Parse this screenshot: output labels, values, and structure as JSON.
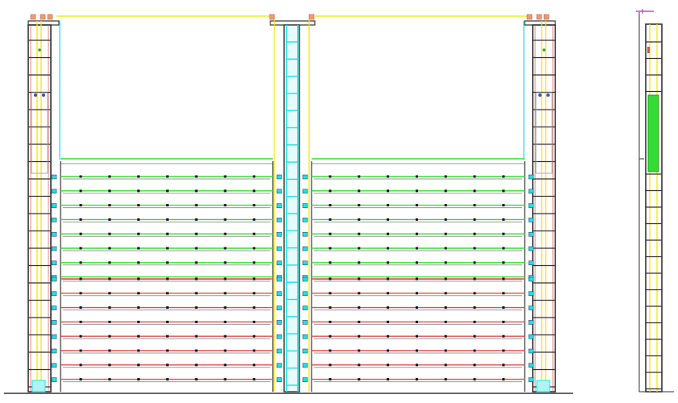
{
  "drawing": {
    "upper_beam_rows": 7,
    "lower_beam_rows": 8,
    "bolts_per_beam": 7,
    "side_view_ladder_rungs": 22
  },
  "colors": {
    "yellow": "#f2e600",
    "cyan": "#22e0e0",
    "green": "#33dd33",
    "red": "#d85050",
    "dark": "#333333",
    "brown": "#6b4b3b",
    "magenta": "#c020c0",
    "gray": "#999999"
  }
}
